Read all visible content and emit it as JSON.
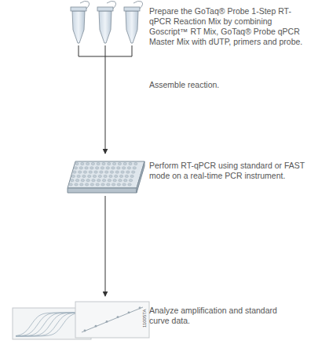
{
  "diagram": {
    "labels": [
      "Prepare the GoTaq® Probe 1-Step RT-qPCR Reaction Mix by combining Goscript™ RT Mix, GoTaq® Probe qPCR Master Mix with dUTP, primers and probe.",
      "Assemble reaction.",
      "Perform RT-qPCR using standard or FAST mode on a real-time PCR instrument.",
      "Analyze amplification and standard curve data.",
      "11005TA"
    ]
  }
}
